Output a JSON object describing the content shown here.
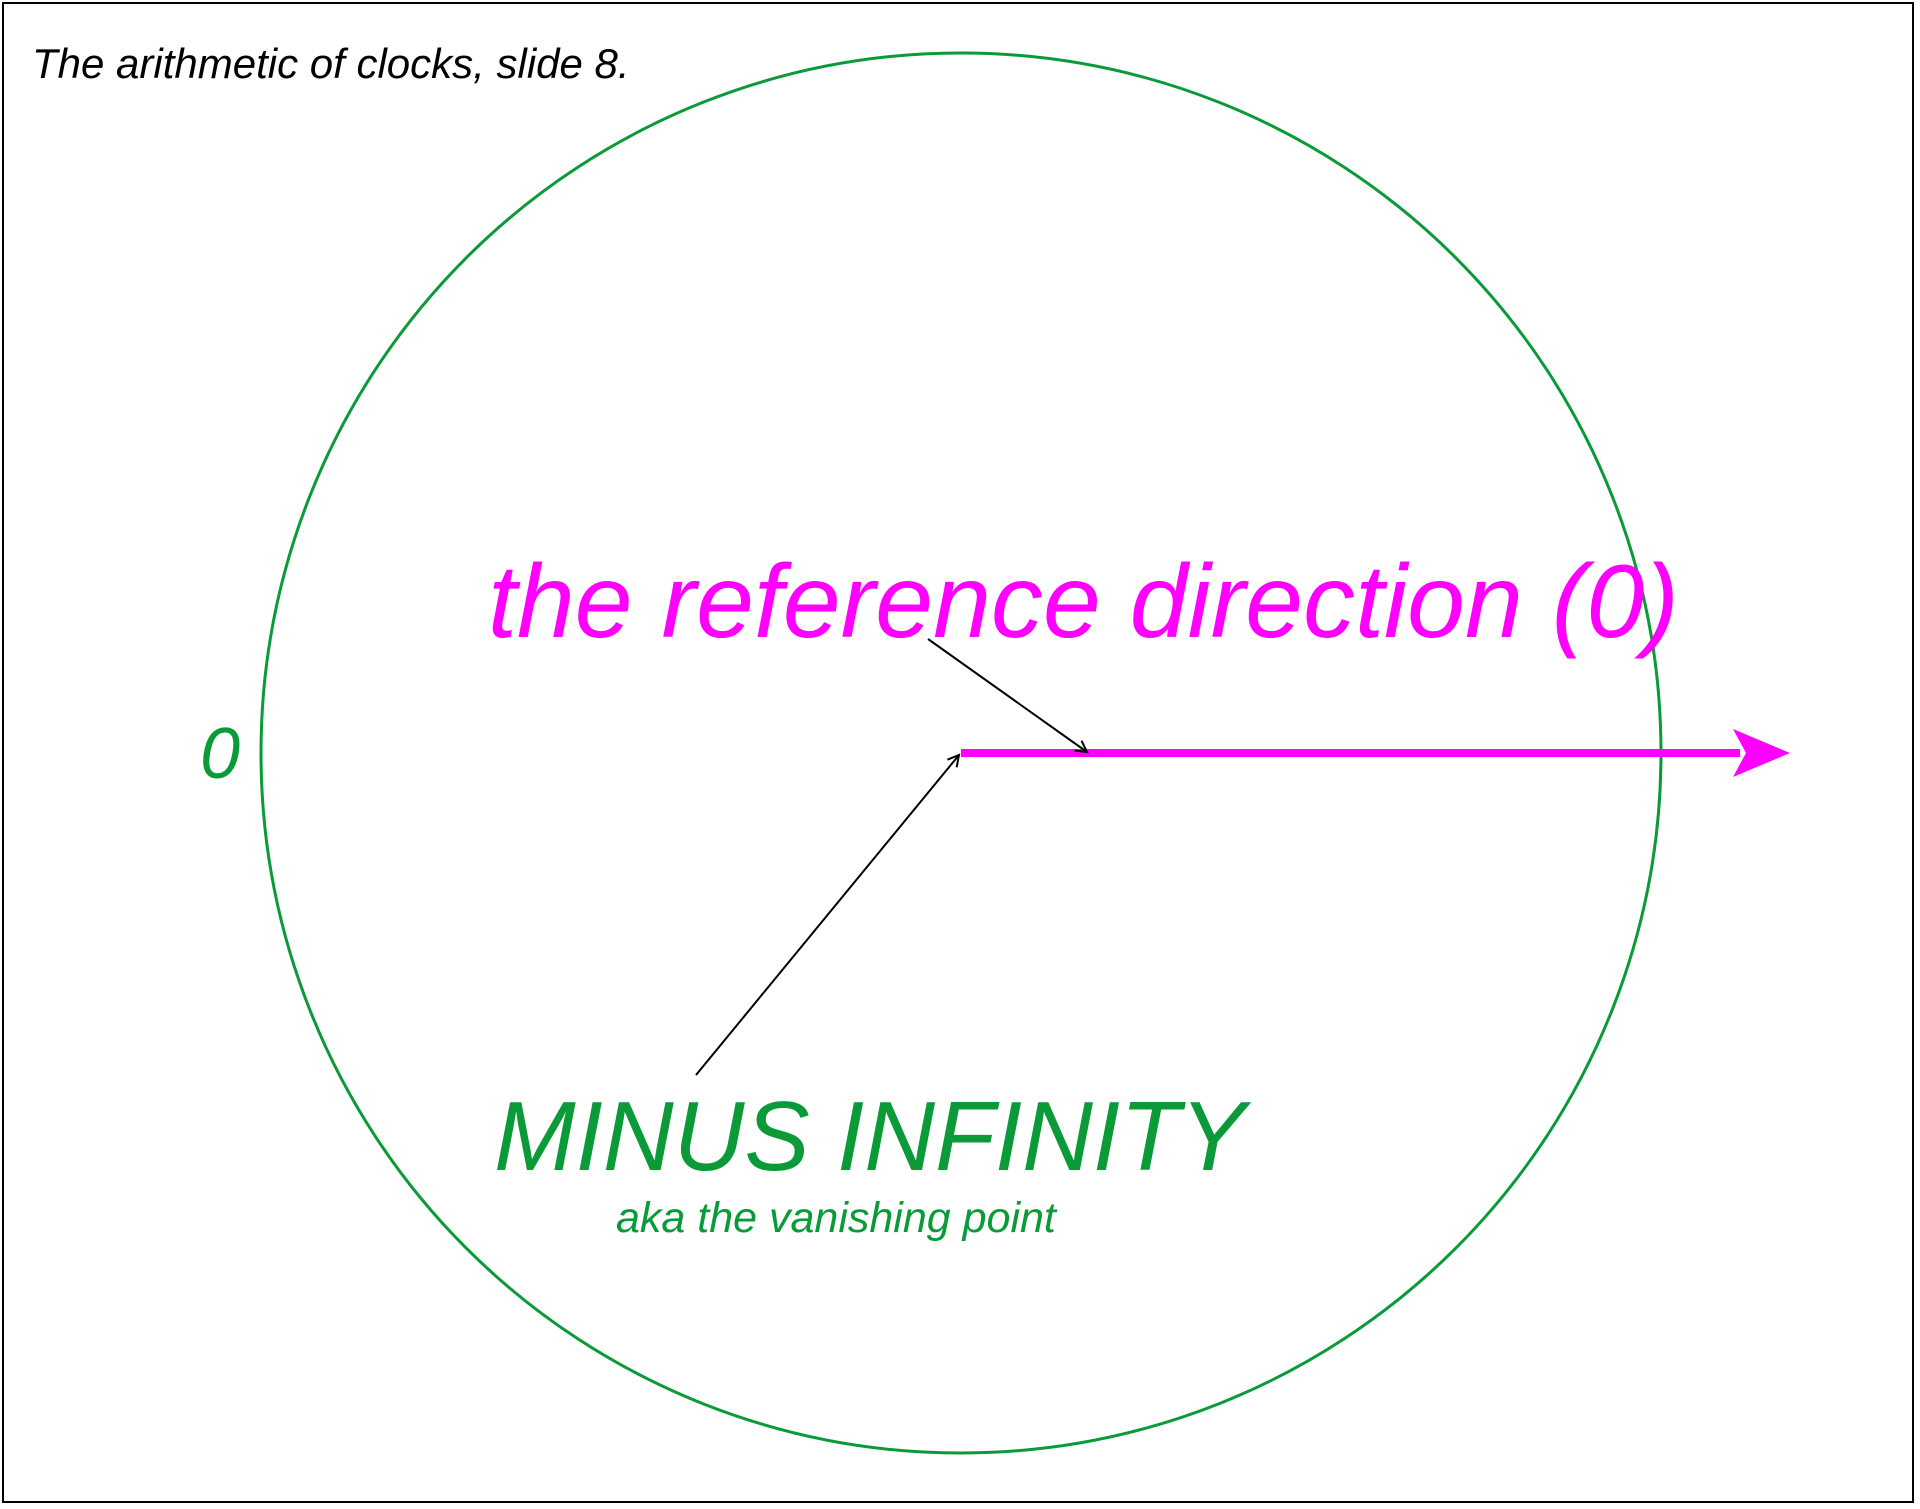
{
  "title": "The arithmetic of clocks, slide 8.",
  "circle_label": "0",
  "reference_label": "the reference direction (0)",
  "minus_infinity_label": "MINUS INFINITY",
  "minus_infinity_subtitle": "aka the vanishing point",
  "colors": {
    "green": "#0a9a37",
    "magenta": "#ff00ff",
    "black": "#000000"
  }
}
